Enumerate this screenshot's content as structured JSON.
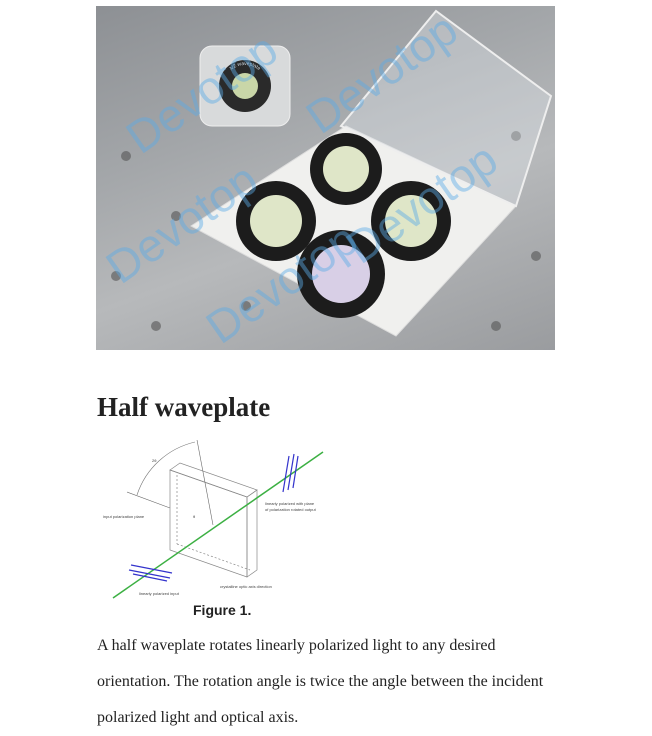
{
  "photo": {
    "watermark": "Devotop",
    "case_label": "λ/2 waveplate"
  },
  "section": {
    "title": "Half waveplate"
  },
  "figure": {
    "caption": "Figure 1.",
    "labels": {
      "angle_2theta": "2θ",
      "angle_theta": "θ",
      "input_plane": "input polarization plane",
      "output_line1": "linearly polarized with plane",
      "output_line2": "of polarization rotated output",
      "input": "linearly polarized input",
      "optic_axis": "crystalline optic axis direction"
    },
    "colors": {
      "beam": "#3cb043",
      "polarization": "#3333cc"
    }
  },
  "body": {
    "paragraph": "A half waveplate rotates linearly polarized light to any desired orientation. The rotation angle is twice the angle between the incident polarized light and optical axis."
  }
}
